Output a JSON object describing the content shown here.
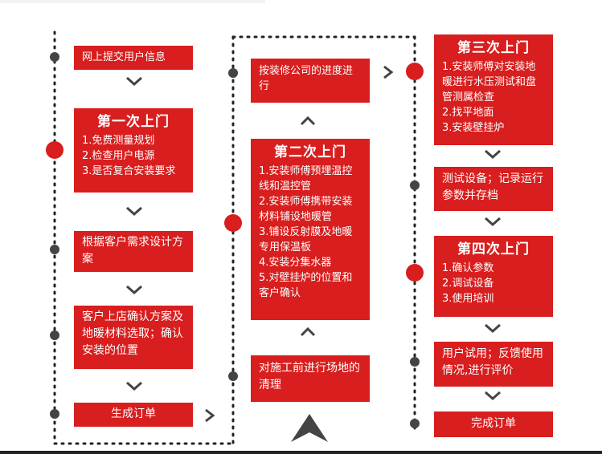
{
  "columns": [
    {
      "boxes": [
        {
          "id": "submit-info",
          "text": "网上提交用户信息"
        },
        {
          "id": "first-visit",
          "title": "第一次上门",
          "lines": [
            "1.免费测量规划",
            "2.检查用户电源",
            "3.是否复合安装要求"
          ]
        },
        {
          "id": "design-plan",
          "text": "根据客户需求设计方案"
        },
        {
          "id": "store-confirm",
          "text": "客户上店确认方案及地暖材料选取；确认安装的位置"
        },
        {
          "id": "generate-order",
          "text": "生成订单"
        }
      ]
    },
    {
      "boxes": [
        {
          "id": "progress",
          "text": "按装修公司的进度进行"
        },
        {
          "id": "second-visit",
          "title": "第二次上门",
          "lines": [
            "1.安装师傅预埋温控",
            "线和温控管",
            "2.安装师傅携带安装",
            "材料铺设地暖管",
            "3.铺设反射膜及地暖",
            "专用保温板",
            "4.安装分集水器",
            "5.对壁挂炉的位置和",
            "客户确认"
          ]
        },
        {
          "id": "site-clean",
          "text": "对施工前进行场地的清理"
        }
      ]
    },
    {
      "boxes": [
        {
          "id": "third-visit",
          "title": "第三次上门",
          "lines": [
            "1.安装师傅对安装地",
            "暖进行水压测试和盘",
            "管测属检查",
            "2.找平地面",
            "3.安装壁挂炉"
          ]
        },
        {
          "id": "test-equipment",
          "text": "测试设备；记录运行参数并存档"
        },
        {
          "id": "fourth-visit",
          "title": "第四次上门",
          "lines": [
            "1.确认参数",
            "2.调试设备",
            "3.使用培训"
          ]
        },
        {
          "id": "user-trial",
          "text": "用户试用；反馈使用情况,进行评价"
        },
        {
          "id": "complete-order",
          "text": "完成订单"
        }
      ]
    }
  ],
  "colors": {
    "box": "#d81e1e",
    "arrow": "#444444",
    "big_dot": "#d81e1e",
    "small_dot": "#444444",
    "dotted_line": "#222222"
  }
}
